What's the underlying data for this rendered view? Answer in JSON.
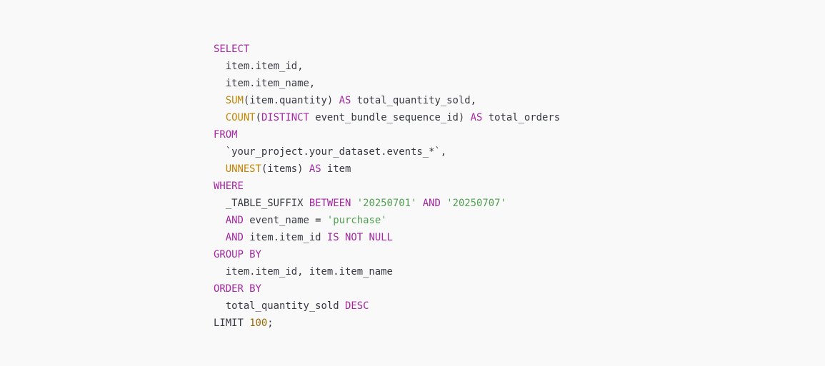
{
  "code": {
    "language": "sql",
    "colors": {
      "background": "#f9f9f9",
      "text": "#383a42",
      "keyword": "#a626a4",
      "function": "#c18401",
      "string": "#50a14f",
      "number": "#986801"
    },
    "lines": [
      [
        {
          "t": "kw",
          "v": "SELECT"
        }
      ],
      [
        {
          "t": "plain",
          "v": "  item.item_id,"
        }
      ],
      [
        {
          "t": "plain",
          "v": "  item.item_name,"
        }
      ],
      [
        {
          "t": "plain",
          "v": "  "
        },
        {
          "t": "fn",
          "v": "SUM"
        },
        {
          "t": "plain",
          "v": "(item.quantity) "
        },
        {
          "t": "kw",
          "v": "AS"
        },
        {
          "t": "plain",
          "v": " total_quantity_sold,"
        }
      ],
      [
        {
          "t": "plain",
          "v": "  "
        },
        {
          "t": "fn",
          "v": "COUNT"
        },
        {
          "t": "plain",
          "v": "("
        },
        {
          "t": "kw",
          "v": "DISTINCT"
        },
        {
          "t": "plain",
          "v": " event_bundle_sequence_id) "
        },
        {
          "t": "kw",
          "v": "AS"
        },
        {
          "t": "plain",
          "v": " total_orders"
        }
      ],
      [
        {
          "t": "kw",
          "v": "FROM"
        }
      ],
      [
        {
          "t": "plain",
          "v": "  `your_project.your_dataset.events_*`,"
        }
      ],
      [
        {
          "t": "plain",
          "v": "  "
        },
        {
          "t": "fn",
          "v": "UNNEST"
        },
        {
          "t": "plain",
          "v": "(items) "
        },
        {
          "t": "kw",
          "v": "AS"
        },
        {
          "t": "plain",
          "v": " item"
        }
      ],
      [
        {
          "t": "kw",
          "v": "WHERE"
        }
      ],
      [
        {
          "t": "plain",
          "v": "  _TABLE_SUFFIX "
        },
        {
          "t": "kw",
          "v": "BETWEEN"
        },
        {
          "t": "plain",
          "v": " "
        },
        {
          "t": "str",
          "v": "'20250701'"
        },
        {
          "t": "plain",
          "v": " "
        },
        {
          "t": "kw",
          "v": "AND"
        },
        {
          "t": "plain",
          "v": " "
        },
        {
          "t": "str",
          "v": "'20250707'"
        }
      ],
      [
        {
          "t": "plain",
          "v": "  "
        },
        {
          "t": "kw",
          "v": "AND"
        },
        {
          "t": "plain",
          "v": " event_name = "
        },
        {
          "t": "str",
          "v": "'purchase'"
        }
      ],
      [
        {
          "t": "plain",
          "v": "  "
        },
        {
          "t": "kw",
          "v": "AND"
        },
        {
          "t": "plain",
          "v": " item.item_id "
        },
        {
          "t": "kw",
          "v": "IS NOT NULL"
        }
      ],
      [
        {
          "t": "kw",
          "v": "GROUP BY"
        }
      ],
      [
        {
          "t": "plain",
          "v": "  item.item_id, item.item_name"
        }
      ],
      [
        {
          "t": "kw",
          "v": "ORDER BY"
        }
      ],
      [
        {
          "t": "plain",
          "v": "  total_quantity_sold "
        },
        {
          "t": "kw",
          "v": "DESC"
        }
      ],
      [
        {
          "t": "plain",
          "v": "LIMIT "
        },
        {
          "t": "num",
          "v": "100"
        },
        {
          "t": "plain",
          "v": ";"
        }
      ]
    ]
  }
}
